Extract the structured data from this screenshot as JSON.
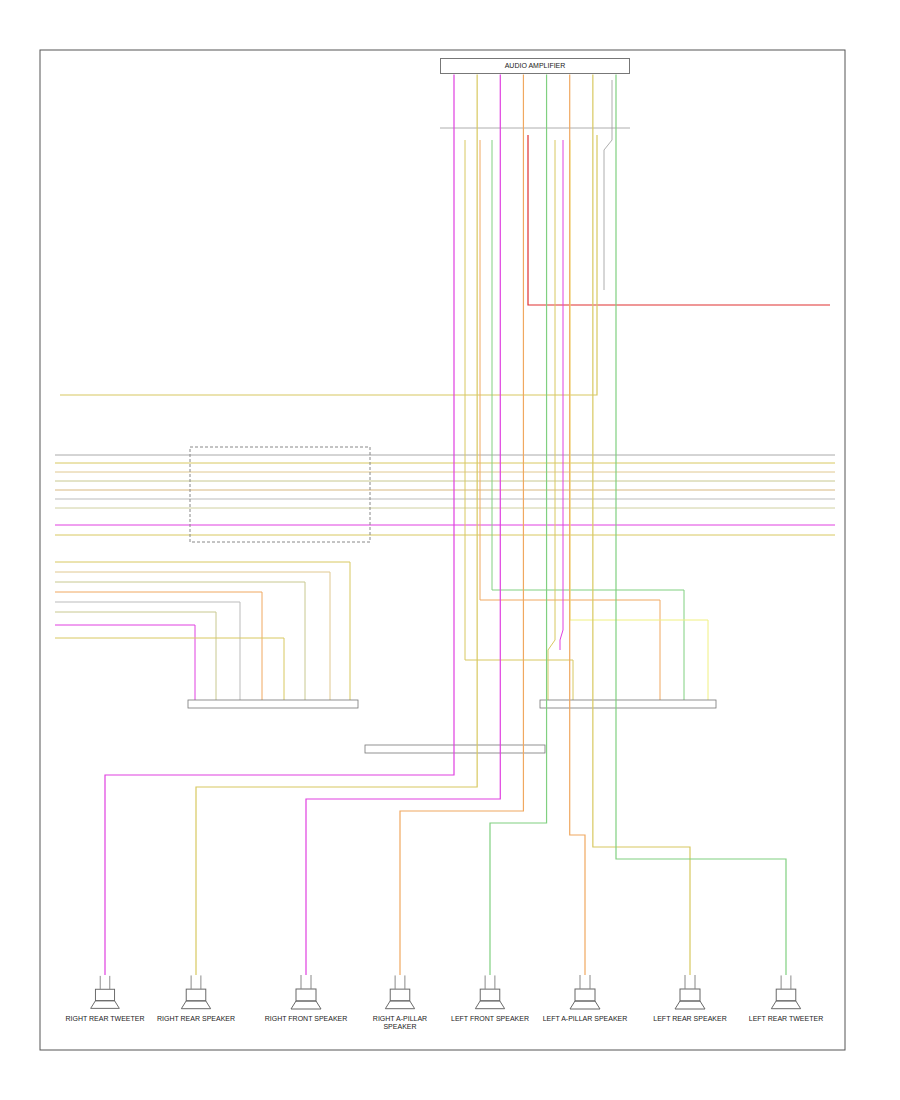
{
  "diagram": {
    "nodes": [
      {
        "text": [
          "AUDIO AMPLIFIER"
        ]
      },
      {
        "text": [
          "RIGHT REAR TWEETER"
        ]
      },
      {
        "text": [
          "RIGHT REAR SPEAKER"
        ]
      },
      {
        "text": [
          "RIGHT FRONT SPEAKER"
        ]
      },
      {
        "text": [
          "RIGHT A-PILLAR SPEAKER"
        ]
      },
      {
        "text": [
          "LEFT FRONT SPEAKER"
        ]
      },
      {
        "text": [
          "LEFT A-PILLAR SPEAKER"
        ]
      },
      {
        "text": [
          "LEFT REAR SPEAKER"
        ]
      },
      {
        "text": [
          "LEFT REAR TWEETER"
        ]
      }
    ],
    "edges": [
      {
        "from": 0,
        "to": 1,
        "arrow": "none"
      },
      {
        "from": 0,
        "to": 2,
        "arrow": "none"
      },
      {
        "from": 0,
        "to": 3,
        "arrow": "none"
      },
      {
        "from": 0,
        "to": 4,
        "arrow": "none"
      },
      {
        "from": 0,
        "to": 5,
        "arrow": "none"
      },
      {
        "from": 0,
        "to": 6,
        "arrow": "none"
      },
      {
        "from": 0,
        "to": 7,
        "arrow": "none"
      },
      {
        "from": 0,
        "to": 8,
        "arrow": "none"
      }
    ]
  }
}
